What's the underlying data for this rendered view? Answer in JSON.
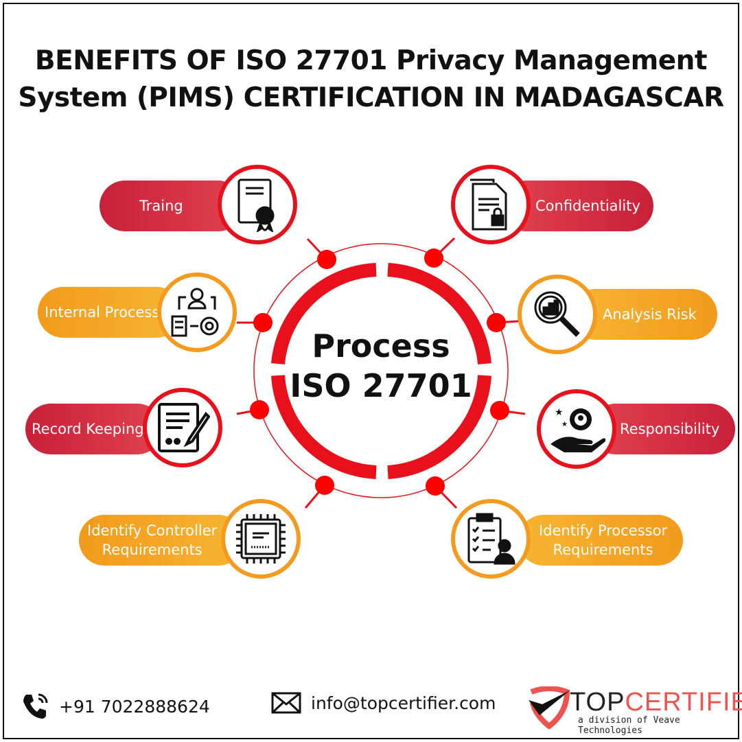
{
  "title_line1": "BENEFITS OF ISO 27701 Privacy Management",
  "title_line2": "System (PIMS) CERTIFICATION IN MADAGASCAR",
  "center": {
    "line1": "Process",
    "line2": "ISO 27701"
  },
  "items": [
    {
      "label": "Traing",
      "icon": "certificate-icon"
    },
    {
      "label": "Confidentiality",
      "icon": "locked-document-icon"
    },
    {
      "label": "Internal Process",
      "icon": "workflow-gear-icon"
    },
    {
      "label": "Analysis Risk",
      "icon": "magnifier-chart-icon"
    },
    {
      "label": "Record Keeping",
      "icon": "document-pen-icon"
    },
    {
      "label": "Responsibility",
      "icon": "hand-gear-icon"
    },
    {
      "label": "Identify Controller Requirements",
      "label1": "Identify Controller",
      "label2": "Requirements",
      "icon": "chip-icon"
    },
    {
      "label": "Identify Processor Requirements",
      "label1": "Identify Processor",
      "label2": "Requirements",
      "icon": "clipboard-person-icon"
    }
  ],
  "footer": {
    "phone": "+91 7022888624",
    "email": "info@topcertifier.com",
    "logo_top": "TOP",
    "logo_cert": "CERTIFIER",
    "logo_sub": "a division of Veave Technologies"
  },
  "colors": {
    "red": "#e8101a",
    "pill_red": "#c8203a",
    "orange": "#f49a1e",
    "logo_red": "#ef5350"
  }
}
